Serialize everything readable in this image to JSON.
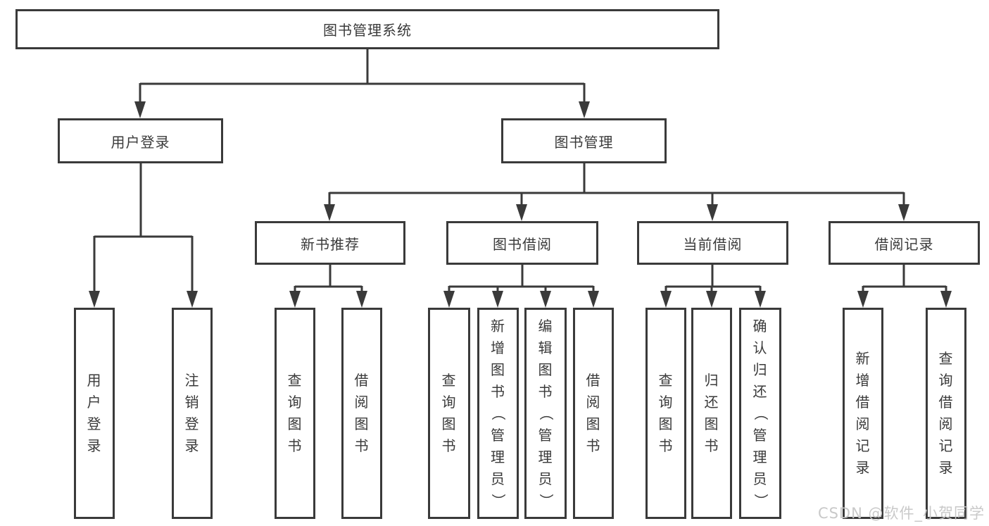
{
  "colors": {
    "line": "#3a3a3a",
    "box_border": "#3a3a3a",
    "text": "#3a3a3a",
    "background": "#ffffff",
    "watermark": "#c6c6c6"
  },
  "diagram": {
    "root_label": "图书管理系统",
    "level2": [
      {
        "label": "用户登录",
        "leaves": [
          {
            "label": "用户登录"
          },
          {
            "label": "注销登录"
          }
        ]
      },
      {
        "label": "图书管理",
        "groups": [
          {
            "label": "新书推荐",
            "leaves": [
              {
                "label": "查询图书"
              },
              {
                "label": "借阅图书"
              }
            ]
          },
          {
            "label": "图书借阅",
            "leaves": [
              {
                "label": "查询图书"
              },
              {
                "label": "新增图书（管理员）"
              },
              {
                "label": "编辑图书（管理员）"
              },
              {
                "label": "借阅图书"
              }
            ]
          },
          {
            "label": "当前借阅",
            "leaves": [
              {
                "label": "查询图书"
              },
              {
                "label": "归还图书"
              },
              {
                "label": "确认归还（管理员）"
              }
            ]
          },
          {
            "label": "借阅记录",
            "leaves": [
              {
                "label": "新增借阅记录"
              },
              {
                "label": "查询借阅记录"
              }
            ]
          }
        ]
      }
    ]
  },
  "watermark": {
    "text": "CSDN @软件_小贺同学"
  }
}
